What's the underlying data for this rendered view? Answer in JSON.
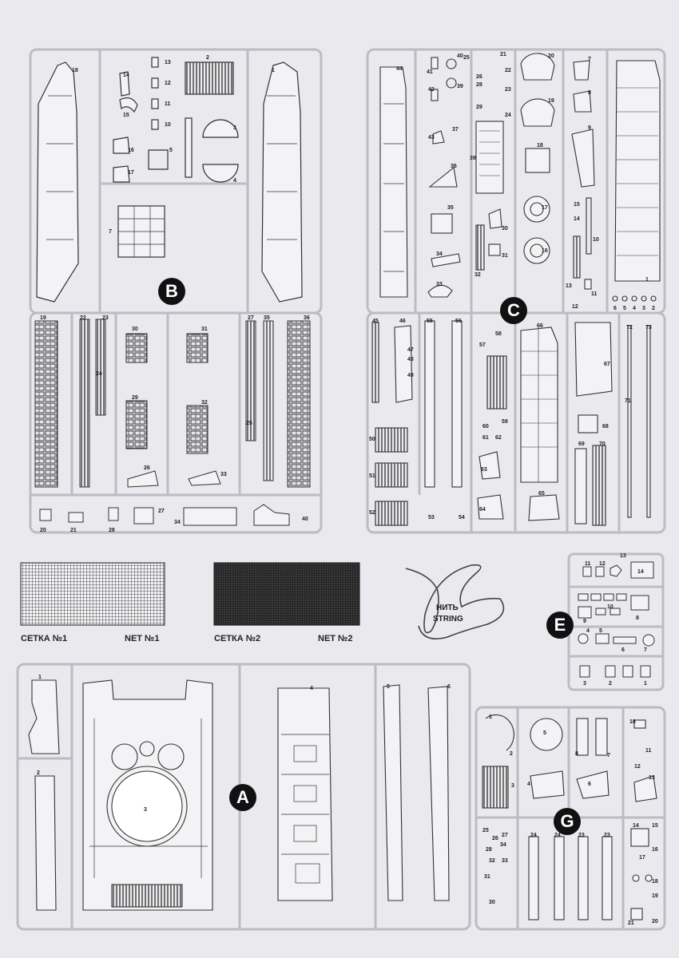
{
  "sprues": {
    "A": {
      "letter": "A"
    },
    "B": {
      "letter": "B"
    },
    "C": {
      "letter": "C"
    },
    "E": {
      "letter": "E"
    },
    "G": {
      "letter": "G"
    }
  },
  "nets": {
    "net1": {
      "ru": "СЕТКА №1",
      "en": "NET №1"
    },
    "net2": {
      "ru": "СЕТКА №2",
      "en": "NET №2"
    }
  },
  "string": {
    "ru": "НИТЬ",
    "en": "STRING"
  },
  "colors": {
    "paper": "#e9e9ee",
    "ink": "#333333",
    "frame": "#bcbcc4",
    "badge": "#111111"
  }
}
